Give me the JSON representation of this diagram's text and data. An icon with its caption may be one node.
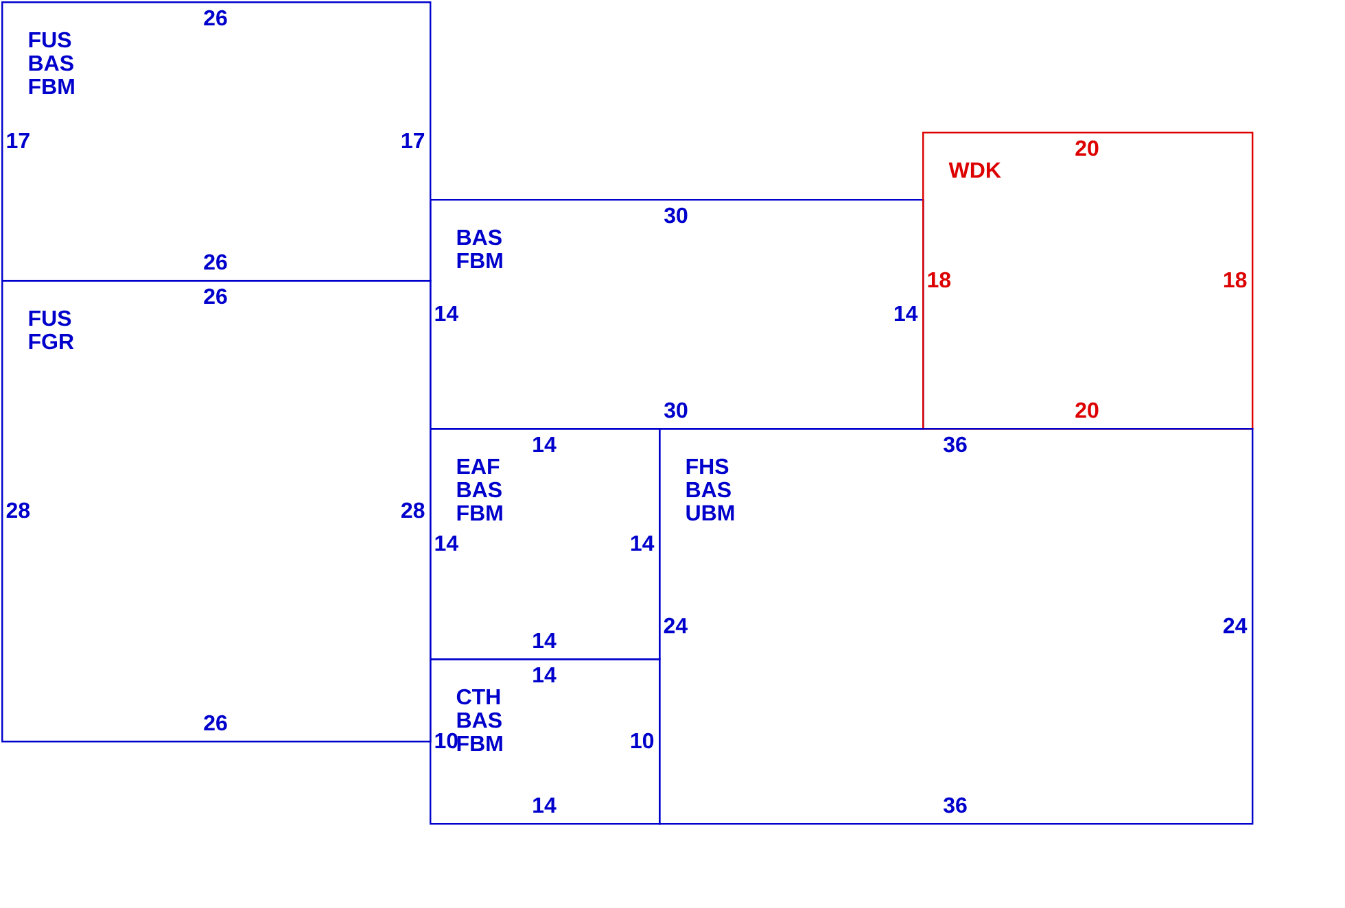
{
  "diagram": {
    "nodes": [
      {
        "text": [
          "FUS",
          "BAS",
          "FBM",
          "26",
          "17",
          "17",
          "26"
        ]
      },
      {
        "text": [
          "FUS",
          "FGR",
          "26",
          "28",
          "28",
          "26"
        ]
      },
      {
        "text": [
          "BAS",
          "FBM",
          "30",
          "14",
          "14",
          "30"
        ]
      },
      {
        "text": [
          "WDK",
          "20",
          "18",
          "18",
          "20"
        ]
      },
      {
        "text": [
          "EAF",
          "BAS",
          "FBM",
          "14",
          "14",
          "14",
          "14"
        ]
      },
      {
        "text": [
          "CTH",
          "BAS",
          "FBM",
          "14",
          "10",
          "10",
          "14"
        ]
      },
      {
        "text": [
          "FHS",
          "BAS",
          "UBM",
          "36",
          "24",
          "24",
          "36"
        ]
      }
    ]
  }
}
